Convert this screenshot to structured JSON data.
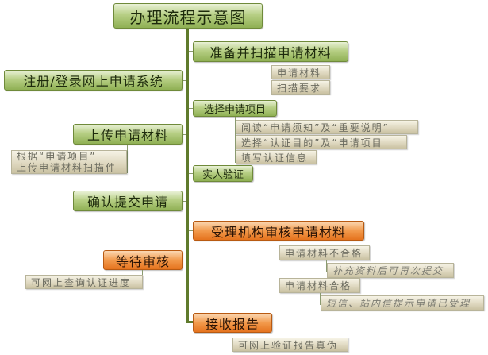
{
  "title": "办理流程示意图",
  "colors": {
    "green_node": "#9bbb59",
    "orange_node": "#f08a2c",
    "leaf": "#ddd6bd",
    "spine": "#5f7a2c"
  },
  "left_nodes": [
    {
      "label": "注册/登录网上申请系统"
    },
    {
      "label": "上传申请材料",
      "children": [
        "根据“申请项目”",
        "上传申请材料扫描件"
      ]
    },
    {
      "label": "确认提交申请"
    },
    {
      "label": "等待审核",
      "children": [
        "可网上查询认证进度"
      ]
    }
  ],
  "right_nodes": [
    {
      "label": "准备并扫描申请材料",
      "children": [
        "申请材料",
        "扫描要求"
      ]
    },
    {
      "label": "选择申请项目",
      "children": [
        "阅读“申请须知”及“重要说明”",
        "选择“认证目的”及“申请项目",
        "填写认证信息"
      ]
    },
    {
      "label": "实人验证"
    },
    {
      "label": "受理机构审核申请材料",
      "children": [
        {
          "label": "申请材料不合格",
          "note": "补充资料后可再次提交"
        },
        {
          "label": "申请材料合格",
          "note": "短信、站内信提示申请已受理"
        }
      ]
    },
    {
      "label": "接收报告",
      "children": [
        "可网上验证报告真伪"
      ]
    }
  ]
}
